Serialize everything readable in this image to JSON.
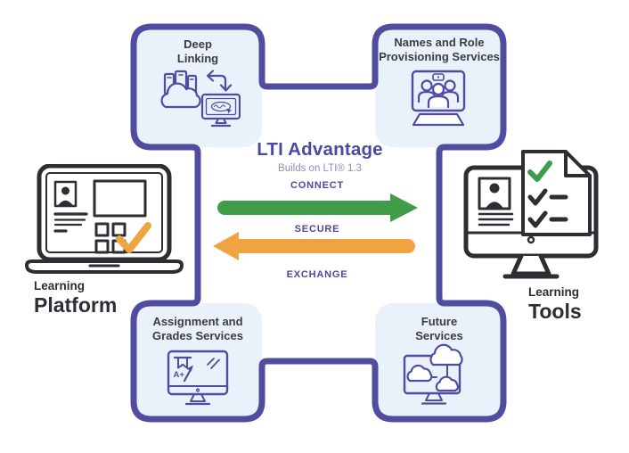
{
  "diagram": {
    "title": "LTI Advantage",
    "subtitle": "Builds on LTI® 1.3",
    "boxes": [
      {
        "id": "deep-linking",
        "line1": "Deep",
        "line2": "Linking",
        "icon": "cloud-content-sync-icon"
      },
      {
        "id": "names-role",
        "line1": "Names and Role",
        "line2": "Provisioning Services",
        "icon": "roster-monitor-icon"
      },
      {
        "id": "assignment-grades",
        "line1": "Assignment and",
        "line2": "Grades Services",
        "icon": "grading-monitor-icon"
      },
      {
        "id": "future-services",
        "line1": "Future",
        "line2": "Services",
        "icon": "clouds-monitor-icon"
      }
    ],
    "flow": {
      "connect": "CONNECT",
      "secure": "SECURE",
      "exchange": "EXCHANGE"
    },
    "left_caption": {
      "line1": "Learning",
      "line2": "Platform"
    },
    "right_caption": {
      "line1": "Learning",
      "line2": "Tools"
    },
    "grade_glyph": "A+"
  },
  "colors": {
    "purple": "#504CA0",
    "box-fill": "#E9F1FB",
    "green": "#3F9C49",
    "orange": "#F0A441",
    "ink": "#2D2D33",
    "title-purple": "#4A49A0",
    "subtitle": "#8E8EB8",
    "label-dark": "#3B3B43"
  }
}
